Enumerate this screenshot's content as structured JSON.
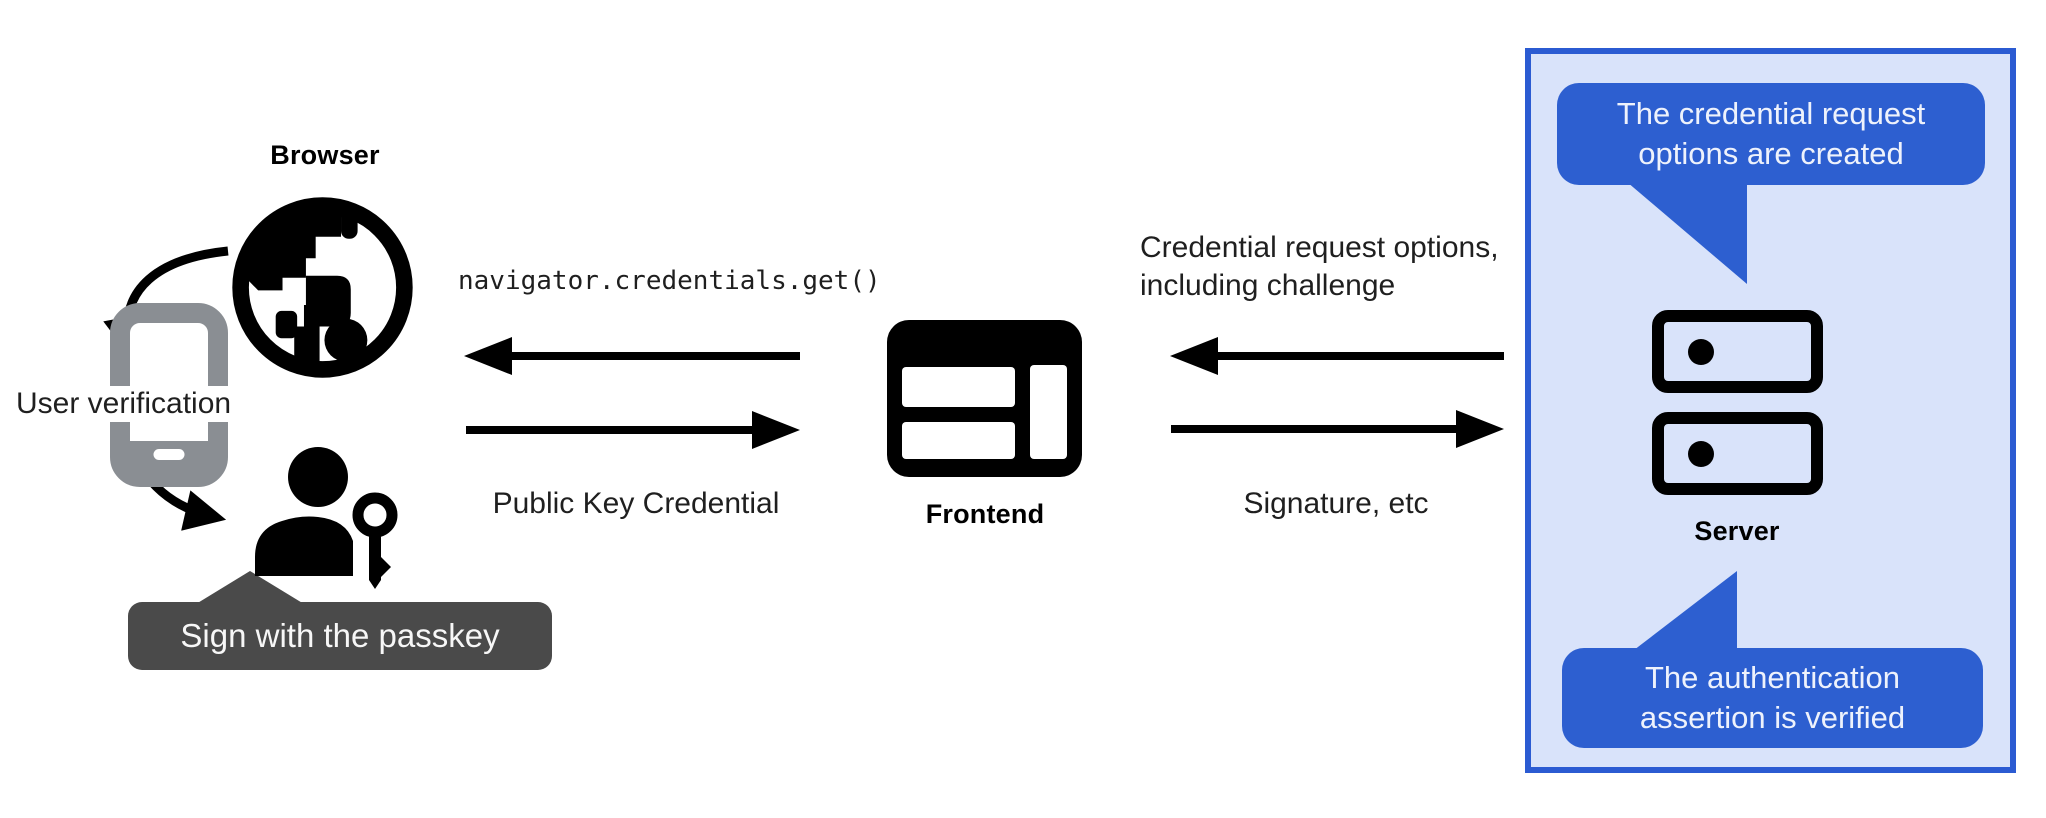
{
  "colors": {
    "accent_blue": "#2d5fd0",
    "panel_border_blue": "#2b5bd2",
    "panel_background": "#d9e3fa",
    "tooltip_gray": "#4a4a4a",
    "phone_gray": "#8a8e93",
    "ink": "#1f1f1f"
  },
  "browser": {
    "label": "Browser",
    "user_verification_label": "User verification",
    "passkey_tooltip": "Sign with the passkey"
  },
  "frontend": {
    "label": "Frontend"
  },
  "server": {
    "label": "Server",
    "bubble_top": [
      "The credential request",
      "options are created"
    ],
    "bubble_bottom": [
      "The authentication",
      "assertion is verified"
    ]
  },
  "messages": {
    "api_call": "navigator.credentials.get()",
    "browser_to_frontend": "Public Key Credential",
    "server_to_frontend": [
      "Credential request options,",
      "including challenge"
    ],
    "frontend_to_server": "Signature, etc"
  },
  "icons": {
    "globe": "globe-icon",
    "phone": "phone-icon",
    "person_with_key": "person-key-icon",
    "frontend_window": "browser-window-icon",
    "server": "server-stack-icon"
  }
}
